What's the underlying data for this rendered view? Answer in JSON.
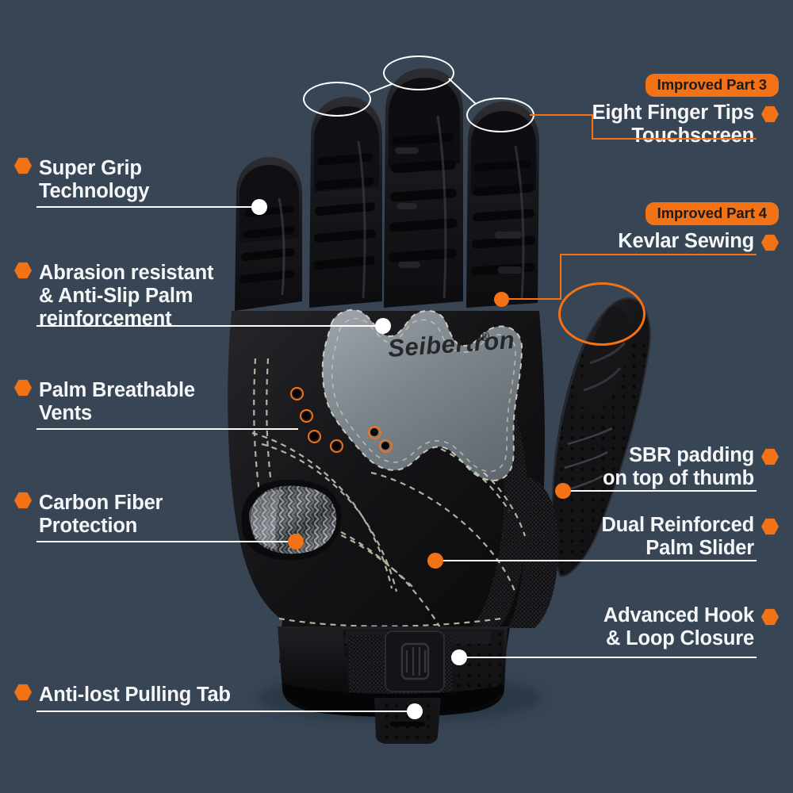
{
  "page": {
    "background_color": "#374554",
    "accent_color": "#F47216",
    "text_color": "#F4F6F8",
    "brand": "Seibertron®"
  },
  "product": {
    "brand_mark": "Seibertron®",
    "type": "tactical-glove-infographic"
  },
  "badges": {
    "part3": "Improved Part 3",
    "part4": "Improved Part 4"
  },
  "callouts": {
    "left": [
      {
        "id": "super-grip",
        "text": "Super Grip\nTechnology"
      },
      {
        "id": "abrasion",
        "text": "Abrasion resistant\n& Anti-Slip Palm\nreinforcement"
      },
      {
        "id": "vents",
        "text": "Palm Breathable\nVents"
      },
      {
        "id": "carbon",
        "text": "Carbon Fiber\nProtection"
      },
      {
        "id": "pull-tab",
        "text": "Anti-lost Pulling Tab"
      }
    ],
    "right": [
      {
        "id": "finger-tips",
        "text": "Eight Finger Tips\nTouchscreen",
        "badge": "Improved Part 3"
      },
      {
        "id": "kevlar",
        "text": "Kevlar Sewing",
        "badge": "Improved Part 4"
      },
      {
        "id": "sbr",
        "text": "SBR padding\non top of thumb"
      },
      {
        "id": "palm-slider",
        "text": "Dual Reinforced\nPalm Slider"
      },
      {
        "id": "hook-loop",
        "text": "Advanced Hook\n& Loop Closure"
      }
    ]
  }
}
